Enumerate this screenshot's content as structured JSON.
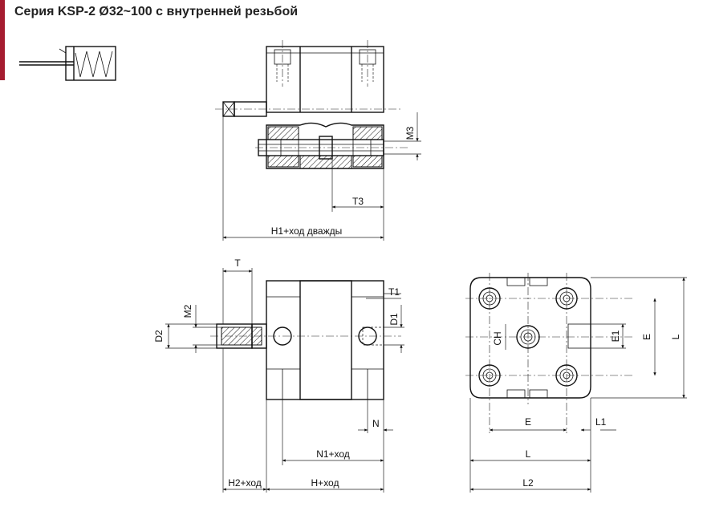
{
  "header": {
    "title": "Серия KSP-2 Ø32~100 с внутренней резьбой",
    "accent_color": "#a51c30"
  },
  "symbol": {
    "icon": "single-acting-spring-return-cylinder-icon"
  },
  "top_view": {
    "dimensions": {
      "m3": "M3",
      "t3": "T3",
      "h1": "H1+ход дважды"
    }
  },
  "side_view": {
    "dimensions": {
      "t": "T",
      "t1": "T1",
      "d1": "D1",
      "d2": "D2",
      "m2": "M2",
      "n": "N",
      "n1": "N1+ход",
      "h2": "H2+ход",
      "h": "H+ход"
    }
  },
  "end_view": {
    "dimensions": {
      "ch": "CH",
      "e1": "E1",
      "e_vertical": "E",
      "l_vertical": "L",
      "e_horizontal": "E",
      "l1": "L1",
      "l_horizontal": "L",
      "l2": "L2"
    }
  }
}
